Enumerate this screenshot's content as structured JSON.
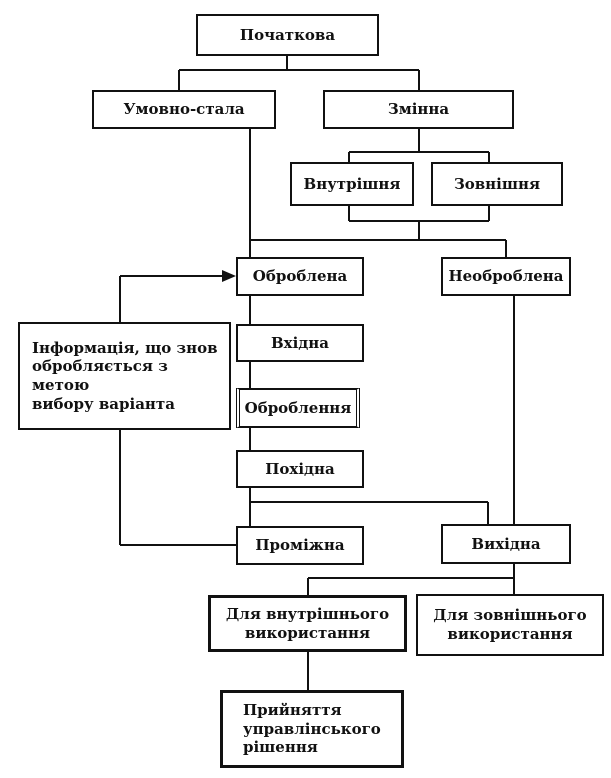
{
  "nodes": {
    "initial": "Початкова",
    "conditional_constant": "Умовно-стала",
    "variable": "Змінна",
    "internal": "Внутрішня",
    "external": "Зовнішня",
    "processed": "Оброблена",
    "unprocessed": "Необроблена",
    "info_reprocessed": "Інформація, що знов\nобробляється з метою\nвибору варіанта",
    "input": "Вхідна",
    "processing": "Оброблення",
    "output_derived": "Похідна",
    "intermediate": "Проміжна",
    "output": "Вихідна",
    "for_internal_use": "Для внутрішнього\nвикористання",
    "for_external_use": "Для зовнішнього\nвикористання",
    "management_decision": "Прийняття\nуправлінського\nрішення"
  },
  "colors": {
    "line": "#111111",
    "background": "#ffffff"
  }
}
